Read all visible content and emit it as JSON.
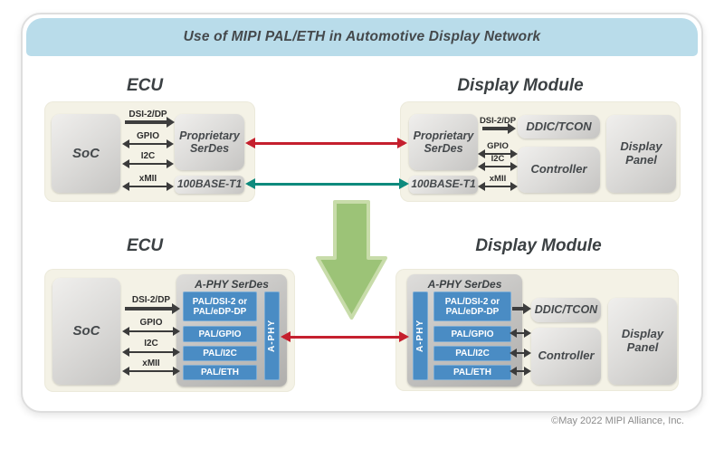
{
  "title": "Use of MIPI PAL/ETH in Automotive Display Network",
  "footer": "©May 2022 MIPI Alliance, Inc.",
  "colors": {
    "header_bg": "#b9dcea",
    "proprietary_link_red": "#c5202e",
    "ethernet_link_teal": "#0e8a7d",
    "pal_blue": "#4a8cc4",
    "upgrade_arrow_green": "#9cc377",
    "container_beige": "#f4f2e6"
  },
  "top": {
    "ecu": {
      "heading": "ECU",
      "soc": "SoC",
      "serdes": "Proprietary SerDes",
      "ethernet": "100BASE-T1",
      "signals": [
        "DSI-2/DP",
        "GPIO",
        "I2C",
        "xMII"
      ]
    },
    "display_module": {
      "heading": "Display Module",
      "serdes": "Proprietary SerDes",
      "ethernet": "100BASE-T1",
      "ddic": "DDIC/TCON",
      "controller": "Controller",
      "panel": "Display Panel",
      "signals": [
        "DSI-2/DP",
        "GPIO",
        "I2C",
        "xMII"
      ]
    }
  },
  "bottom": {
    "ecu": {
      "heading": "ECU",
      "soc": "SoC",
      "serdes_title": "A-PHY SerDes",
      "aphy": "A-PHY",
      "pals": [
        "PAL/DSI-2 or PAL/eDP-DP",
        "PAL/GPIO",
        "PAL/I2C",
        "PAL/ETH"
      ],
      "signals": [
        "DSI-2/DP",
        "GPIO",
        "I2C",
        "xMII"
      ]
    },
    "display_module": {
      "heading": "Display Module",
      "serdes_title": "A-PHY SerDes",
      "aphy": "A-PHY",
      "pals": [
        "PAL/DSI-2 or PAL/eDP-DP",
        "PAL/GPIO",
        "PAL/I2C",
        "PAL/ETH"
      ],
      "ddic": "DDIC/TCON",
      "controller": "Controller",
      "panel": "Display Panel"
    }
  }
}
